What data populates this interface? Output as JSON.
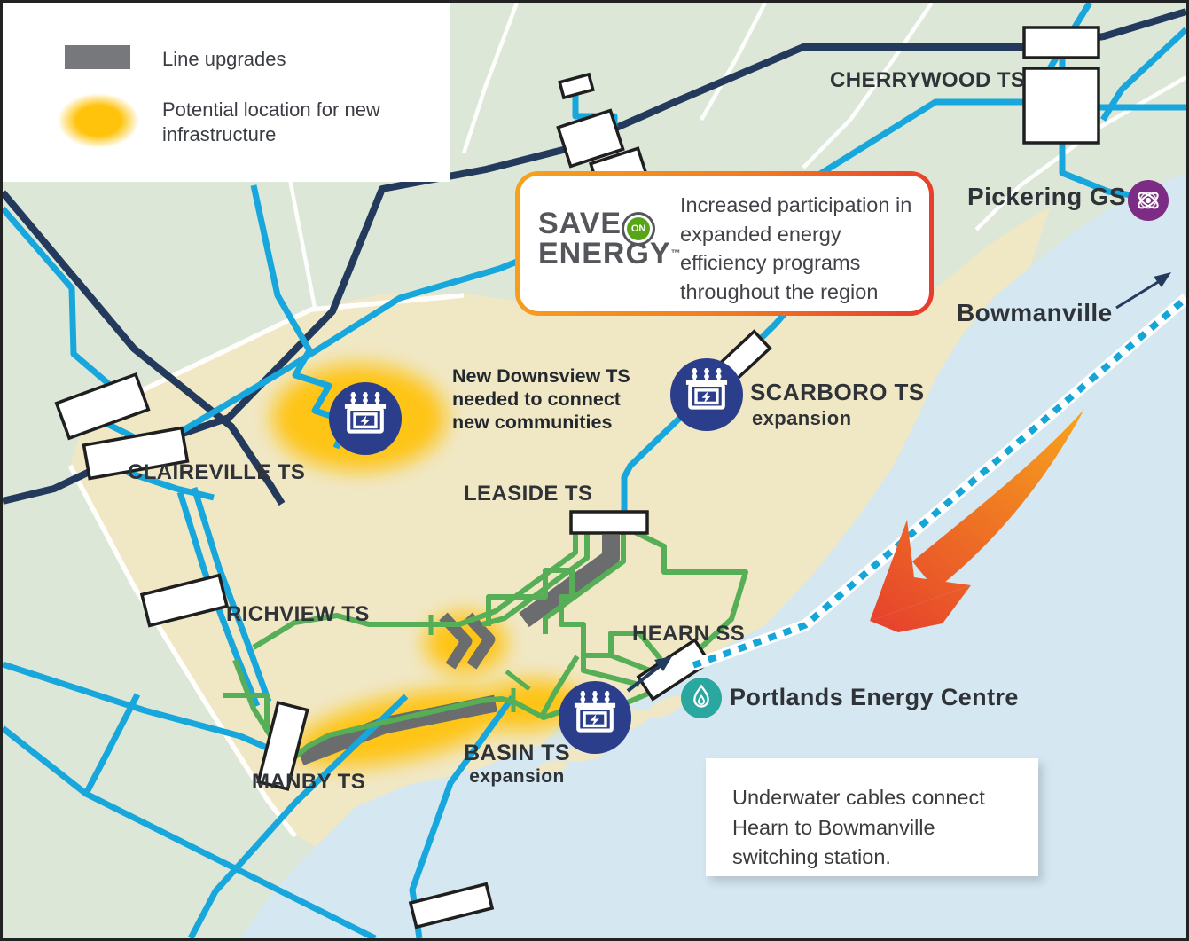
{
  "legend": {
    "line_upgrades_label": "Line upgrades",
    "potential_location_label": "Potential location for new infrastructure"
  },
  "save_on_energy": {
    "logo_save": "SAVE",
    "logo_on": "ON",
    "logo_energy": "ENERGY",
    "logo_tm": "™",
    "message": "Increased participation in expanded energy efficiency programs throughout the region"
  },
  "annotations": {
    "downsview_note": "New Downsview TS needed to connect new communities",
    "underwater_note": "Underwater cables connect Hearn to Bowmanville switching station."
  },
  "labels": {
    "cherrywood": "CHERRYWOOD TS",
    "pickering": "Pickering GS",
    "bowmanville": "Bowmanville",
    "claireville": "CLAIREVILLE TS",
    "leaside": "LEASIDE TS",
    "richview": "RICHVIEW TS",
    "hearn": "HEARN SS",
    "manby": "MANBY TS",
    "scarboro": "SCARBORO TS",
    "scarboro_sub": "expansion",
    "basin": "BASIN TS",
    "basin_sub": "expansion",
    "portlands": "Portlands Energy Centre"
  },
  "colors": {
    "water": "#D5E7F1",
    "land": "#DCE7D8",
    "urban": "#F0E7C4",
    "line_cyan": "#18A7DC",
    "line_navy": "#233A5C",
    "line_green": "#56AE57",
    "upgrade_gray": "#6A6C6E",
    "highlight_yellow": "#FFC30B",
    "icon_blue": "#2A3E8C",
    "icon_teal": "#2AA8A0",
    "icon_purple": "#7C2C84",
    "soe_orange": "#F6A21E",
    "soe_red": "#E7392E"
  }
}
